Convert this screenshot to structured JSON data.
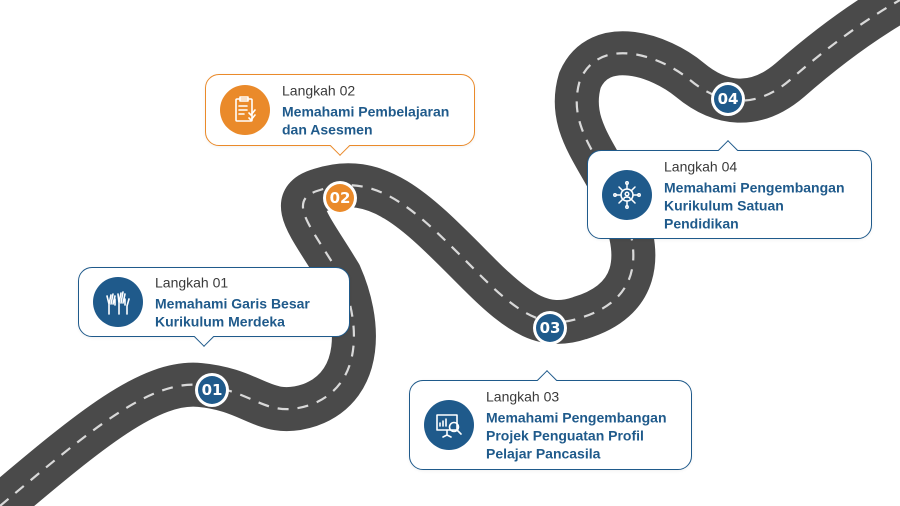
{
  "colors": {
    "road": "#4a4a4a",
    "lane": "#d9d9d9",
    "blue": "#1f5a8b",
    "orange": "#ea8a2a"
  },
  "markers": [
    {
      "label": "01",
      "color": "#1f5a8b"
    },
    {
      "label": "02",
      "color": "#ea8a2a"
    },
    {
      "label": "03",
      "color": "#1f5a8b"
    },
    {
      "label": "04",
      "color": "#1f5a8b"
    }
  ],
  "steps": [
    {
      "step": "Langkah 01",
      "title": "Memahami Garis Besar\nKurikulum Merdeka",
      "icon": "raised-hands-icon"
    },
    {
      "step": "Langkah 02",
      "title": "Memahami Pembelajaran\ndan Asesmen",
      "icon": "checklist-document-icon"
    },
    {
      "step": "Langkah 03",
      "title": "Memahami Pengembangan\nProjek Penguatan Profil\nPelajar Pancasila",
      "icon": "presentation-analysis-icon"
    },
    {
      "step": "Langkah 04",
      "title": "Memahami Pengembangan\nKurikulum Satuan\nPendidikan",
      "icon": "gear-network-icon"
    }
  ]
}
